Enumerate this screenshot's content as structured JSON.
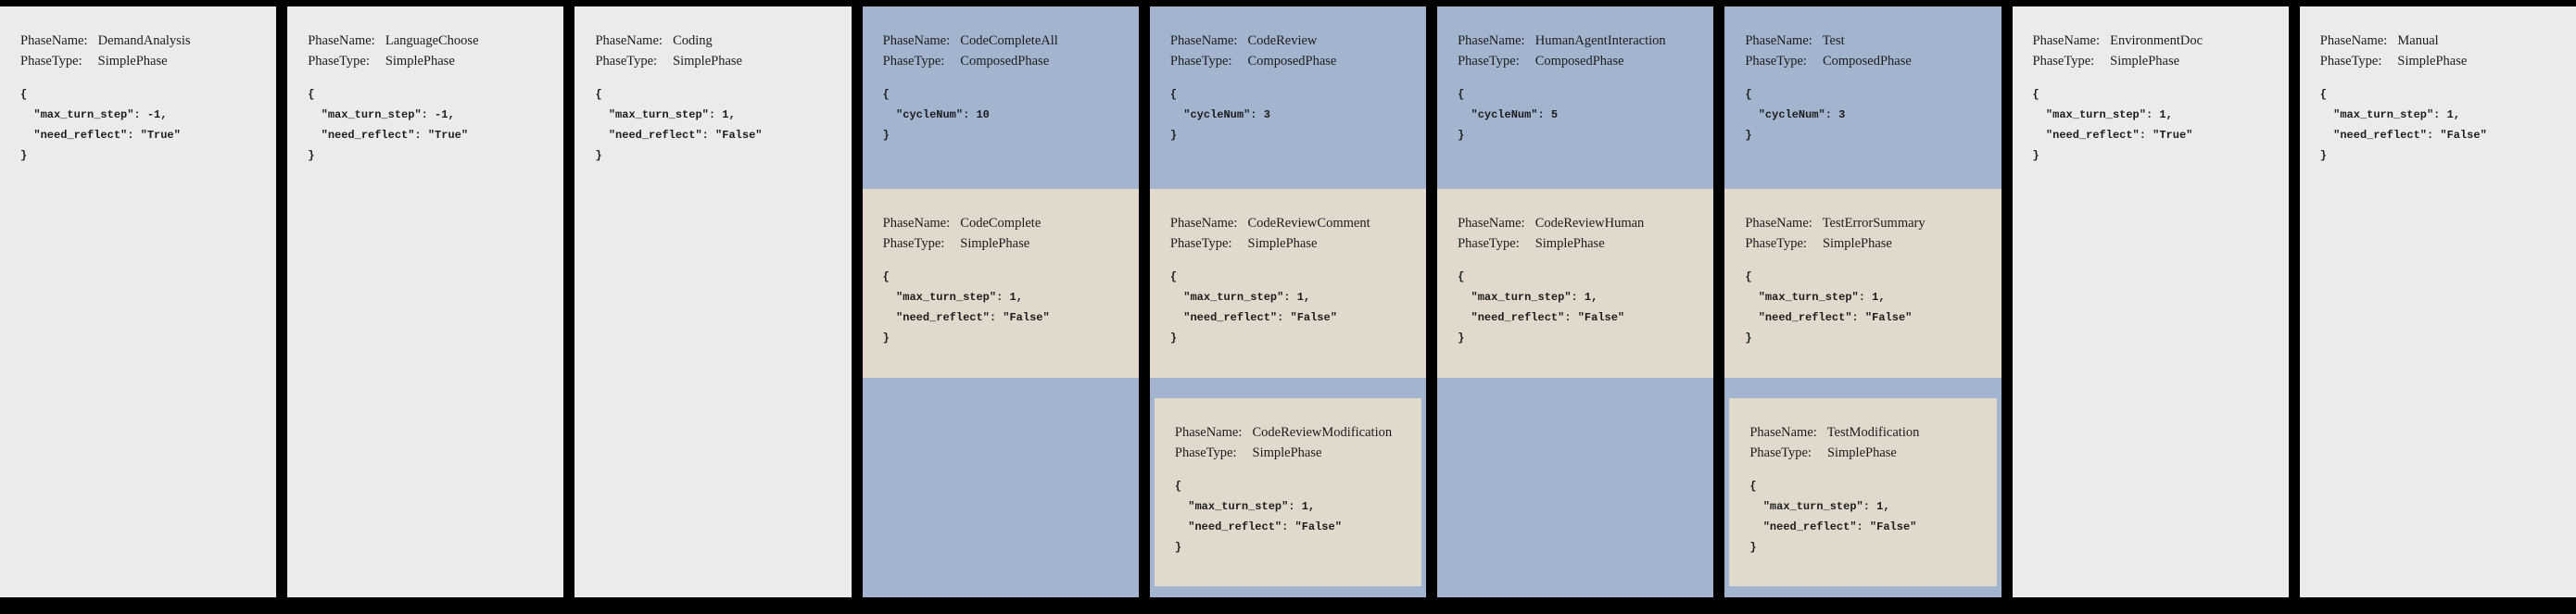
{
  "figure": {
    "background": "#000000",
    "colors": {
      "simple_card": "#e9ece9",
      "composed_card": "#a3b4ce",
      "subphase_card": "#e0d9cc",
      "text": "#1c1c1c"
    },
    "labels": {
      "phase_name": "PhaseName:",
      "phase_type": "PhaseType:"
    },
    "columns": [
      {
        "phase_name": "DemandAnalysis",
        "phase_type": "SimplePhase",
        "config": "{\n  \"max_turn_step\": -1,\n  \"need_reflect\": \"True\"\n}"
      },
      {
        "phase_name": "LanguageChoose",
        "phase_type": "SimplePhase",
        "config": "{\n  \"max_turn_step\": -1,\n  \"need_reflect\": \"True\"\n}"
      },
      {
        "phase_name": "Coding",
        "phase_type": "SimplePhase",
        "config": "{\n  \"max_turn_step\": 1,\n  \"need_reflect\": \"False\"\n}"
      },
      {
        "phase_name": "CodeCompleteAll",
        "phase_type": "ComposedPhase",
        "config": "{\n  \"cycleNum\": 10\n}",
        "children": [
          {
            "phase_name": "CodeComplete",
            "phase_type": "SimplePhase",
            "config": "{\n  \"max_turn_step\": 1,\n  \"need_reflect\": \"False\"\n}"
          }
        ]
      },
      {
        "phase_name": "CodeReview",
        "phase_type": "ComposedPhase",
        "config": "{\n  \"cycleNum\": 3\n}",
        "children": [
          {
            "phase_name": "CodeReviewComment",
            "phase_type": "SimplePhase",
            "config": "{\n  \"max_turn_step\": 1,\n  \"need_reflect\": \"False\"\n}"
          },
          {
            "phase_name": "CodeReviewModification",
            "phase_type": "SimplePhase",
            "config": "{\n  \"max_turn_step\": 1,\n  \"need_reflect\": \"False\"\n}"
          }
        ]
      },
      {
        "phase_name": "HumanAgentInteraction",
        "phase_type": "ComposedPhase",
        "config": "{\n  \"cycleNum\": 5\n}",
        "children": [
          {
            "phase_name": "CodeReviewHuman",
            "phase_type": "SimplePhase",
            "config": "{\n  \"max_turn_step\": 1,\n  \"need_reflect\": \"False\"\n}"
          }
        ]
      },
      {
        "phase_name": "Test",
        "phase_type": "ComposedPhase",
        "config": "{\n  \"cycleNum\": 3\n}",
        "children": [
          {
            "phase_name": "TestErrorSummary",
            "phase_type": "SimplePhase",
            "config": "{\n  \"max_turn_step\": 1,\n  \"need_reflect\": \"False\"\n}"
          },
          {
            "phase_name": "TestModification",
            "phase_type": "SimplePhase",
            "config": "{\n  \"max_turn_step\": 1,\n  \"need_reflect\": \"False\"\n}"
          }
        ]
      },
      {
        "phase_name": "EnvironmentDoc",
        "phase_type": "SimplePhase",
        "config": "{\n  \"max_turn_step\": 1,\n  \"need_reflect\": \"True\"\n}"
      },
      {
        "phase_name": "Manual",
        "phase_type": "SimplePhase",
        "config": "{\n  \"max_turn_step\": 1,\n  \"need_reflect\": \"False\"\n}"
      }
    ]
  }
}
